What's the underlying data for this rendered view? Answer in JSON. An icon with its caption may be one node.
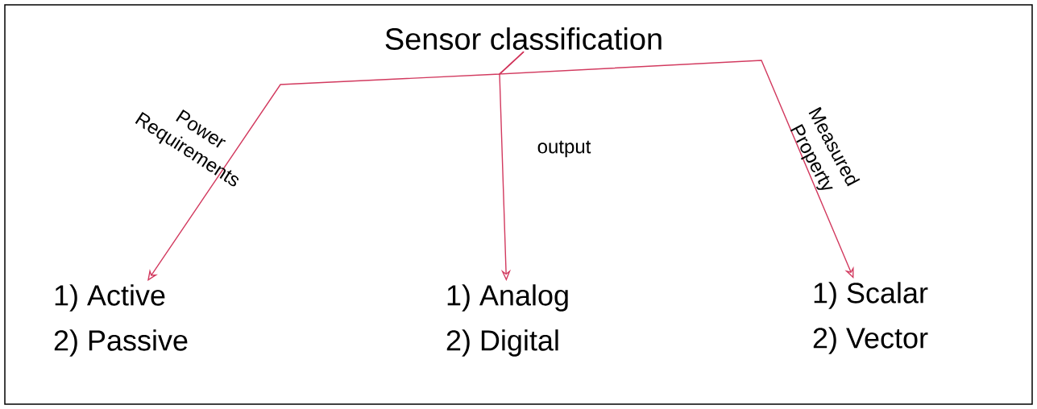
{
  "diagram": {
    "nodes": [
      {
        "text": [
          "Sensor classification"
        ]
      },
      {
        "text": [
          "1) Active",
          "2) Passive"
        ]
      },
      {
        "text": [
          "1) Analog",
          "2) Digital"
        ]
      },
      {
        "text": [
          "1) Scalar",
          "2) Vector"
        ]
      }
    ],
    "edges": [
      {
        "from": 0,
        "to": 1,
        "arrow": "to",
        "label": "Power Requirements"
      },
      {
        "from": 0,
        "to": 2,
        "arrow": "to",
        "label": "output"
      },
      {
        "from": 0,
        "to": 3,
        "arrow": "to",
        "label": "Measured Property"
      }
    ]
  }
}
